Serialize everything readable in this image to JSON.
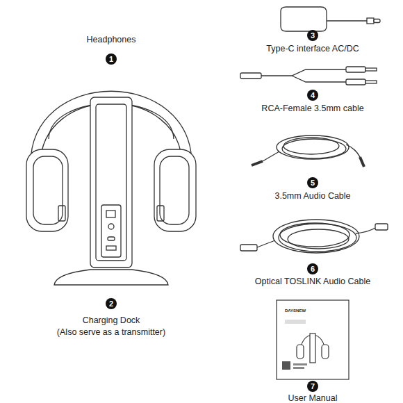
{
  "diagram": {
    "labels": [
      "Headphones",
      "1",
      "3",
      "Type-C interface AC/DC",
      "4",
      "RCA-Female 3.5mm cable",
      "5",
      "3.5mm Audio Cable",
      "6",
      "Optical TOSLINK Audio Cable",
      "2",
      "Charging Dock",
      "(Also serve as a transmitter)",
      "DAYSNEW",
      "7",
      "User Manual"
    ]
  }
}
